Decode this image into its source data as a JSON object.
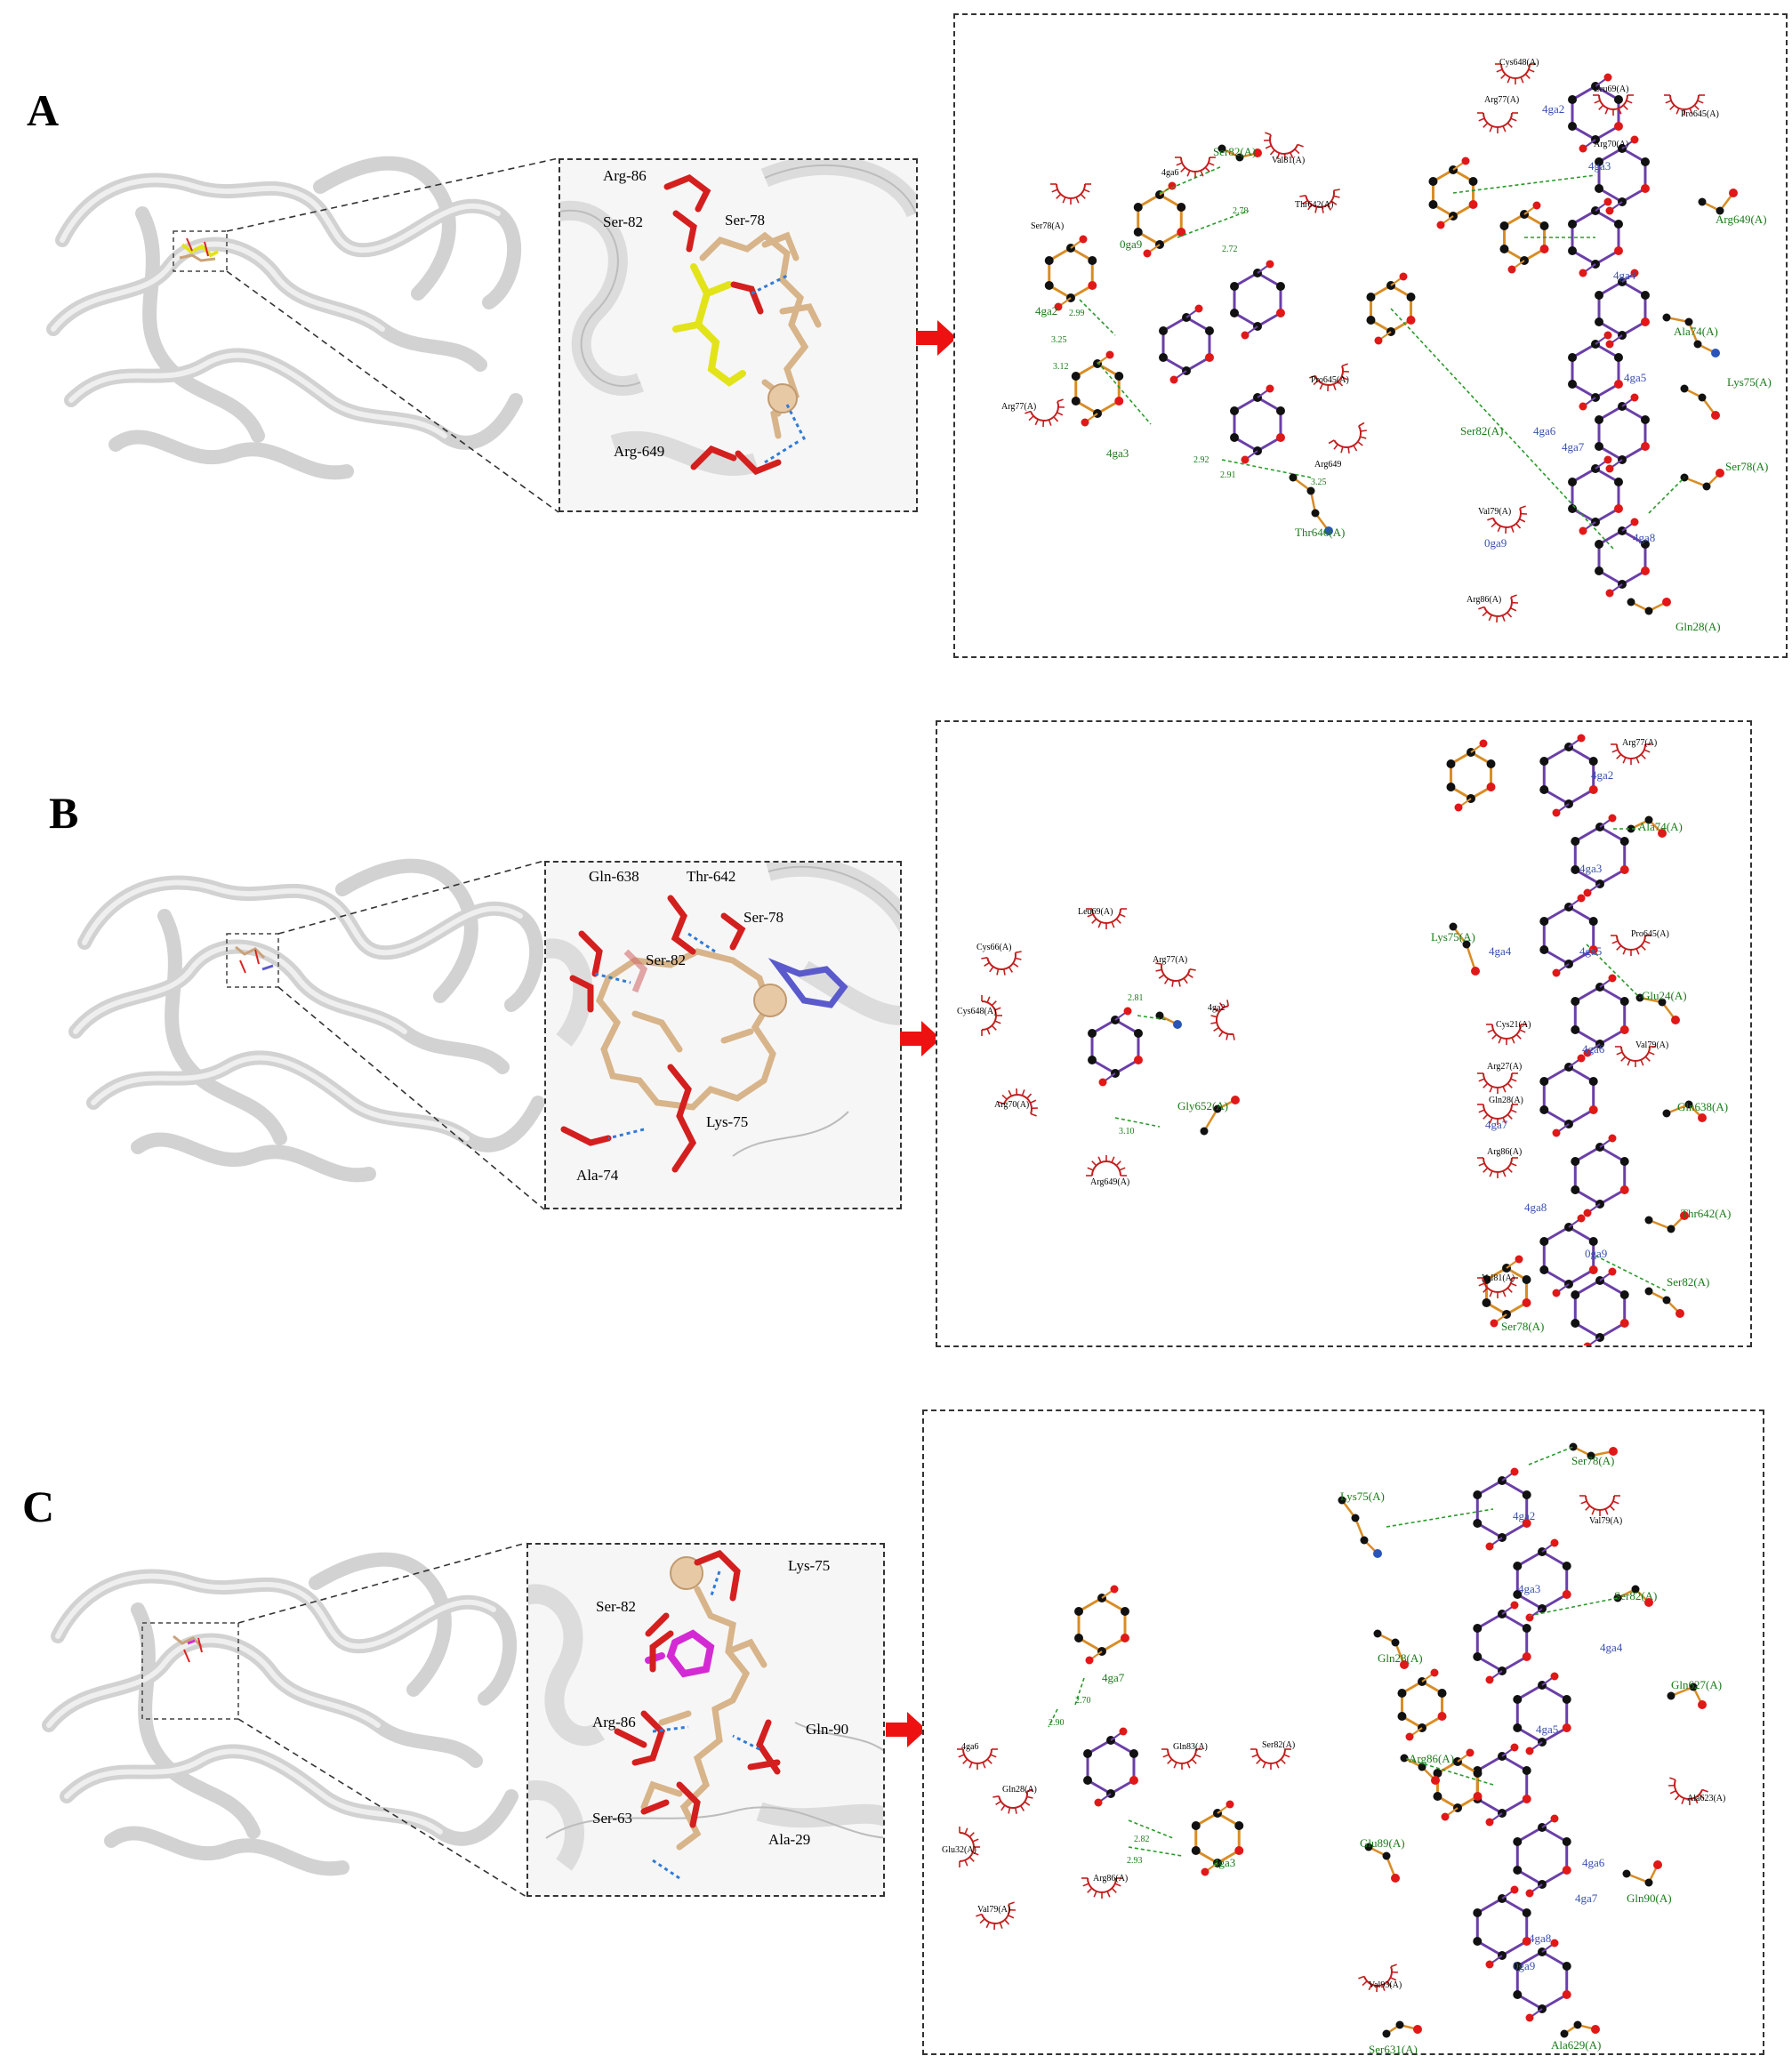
{
  "panels": [
    {
      "letter": "A",
      "zoom_residues": [
        "Arg-86",
        "Ser-82",
        "Ser-78",
        "Arg-649"
      ],
      "ligand_color": "#e3e31a",
      "small_ligplot": {
        "residues": [
          "4ga6",
          "Ser78(A)",
          "Val81(A)",
          "Thr642(A)",
          "Pro645(A)",
          "Arg77(A)",
          "Arg649"
        ],
        "hbond_residues": [
          "Ser82(A)",
          "Thr646(A)"
        ],
        "units": [
          "0ga9",
          "4ga2",
          "4ga3"
        ],
        "distances": [
          "2.78",
          "2.72",
          "2.99",
          "3.25",
          "3.12",
          "2.92",
          "2.91",
          "3.25"
        ]
      },
      "large_ligplot": {
        "residues": [
          "Cys648(A)",
          "Arg77(A)",
          "Leu69(A)",
          "Pro645(A)",
          "Arg70(A)",
          "Val79(A)",
          "Arg86(A)"
        ],
        "hbond_residues": [
          "Arg649(A)",
          "Ala74(A)",
          "Lys75(A)",
          "Ser82(A)",
          "Ser78(A)",
          "Gln28(A)"
        ],
        "units": [
          "4ga2",
          "4ga3",
          "4ga4",
          "4ga5",
          "4ga6",
          "4ga7",
          "4ga8",
          "0ga9"
        ]
      }
    },
    {
      "letter": "B",
      "zoom_residues": [
        "Gln-638",
        "Thr-642",
        "Ser-78",
        "Ser-82",
        "Lys-75",
        "Ala-74"
      ],
      "ligand_color": "#5a5acc",
      "small_ligplot": {
        "residues": [
          "Leu69(A)",
          "Cys66(A)",
          "Arg77(A)",
          "Cys648(A)",
          "4ga2",
          "Arg70(A)",
          "Arg649(A)"
        ],
        "hbond_residues": [
          "Gly652(A)"
        ],
        "units": [],
        "distances": [
          "2.81",
          "3.10"
        ]
      },
      "large_ligplot": {
        "residues": [
          "Arg77(A)",
          "Pro645(A)",
          "Cys21(A)",
          "Arg27(A)",
          "Gln28(A)",
          "Val79(A)",
          "Arg86(A)",
          "Val81(A)"
        ],
        "hbond_residues": [
          "Ala74(A)",
          "Lys75(A)",
          "Glu24(A)",
          "Gln638(A)",
          "Thr642(A)",
          "Ser82(A)",
          "Ser78(A)"
        ],
        "units": [
          "4ga2",
          "4ga3",
          "4ga4",
          "4ga5",
          "4ga6",
          "4ga7",
          "4ga8",
          "0ga9"
        ]
      }
    },
    {
      "letter": "C",
      "zoom_residues": [
        "Lys-75",
        "Ser-82",
        "Arg-86",
        "Gln-90",
        "Ser-63",
        "Ala-29"
      ],
      "ligand_color": "#d42ad4",
      "small_ligplot": {
        "residues": [
          "4ga6",
          "Gln83(A)",
          "Ser82(A)",
          "Gln28(A)",
          "Glu32(A)",
          "Arg86(A)",
          "Val79(A)"
        ],
        "hbond_residues": [],
        "units": [
          "4ga7",
          "4ga3"
        ],
        "distances": [
          "2.70",
          "2.90",
          "2.82",
          "2.93"
        ]
      },
      "large_ligplot": {
        "residues": [
          "Val79(A)",
          "Ala623(A)",
          "Val93(A)"
        ],
        "hbond_residues": [
          "Ser78(A)",
          "Lys75(A)",
          "Ser82(A)",
          "Gln28(A)",
          "Gln627(A)",
          "Arg86(A)",
          "Glu89(A)",
          "Gln90(A)",
          "Ser631(A)",
          "Ala629(A)"
        ],
        "units": [
          "4ga2",
          "4ga3",
          "4ga4",
          "4ga5",
          "4ga6",
          "4ga7",
          "4ga8",
          "0ga9"
        ]
      }
    }
  ]
}
